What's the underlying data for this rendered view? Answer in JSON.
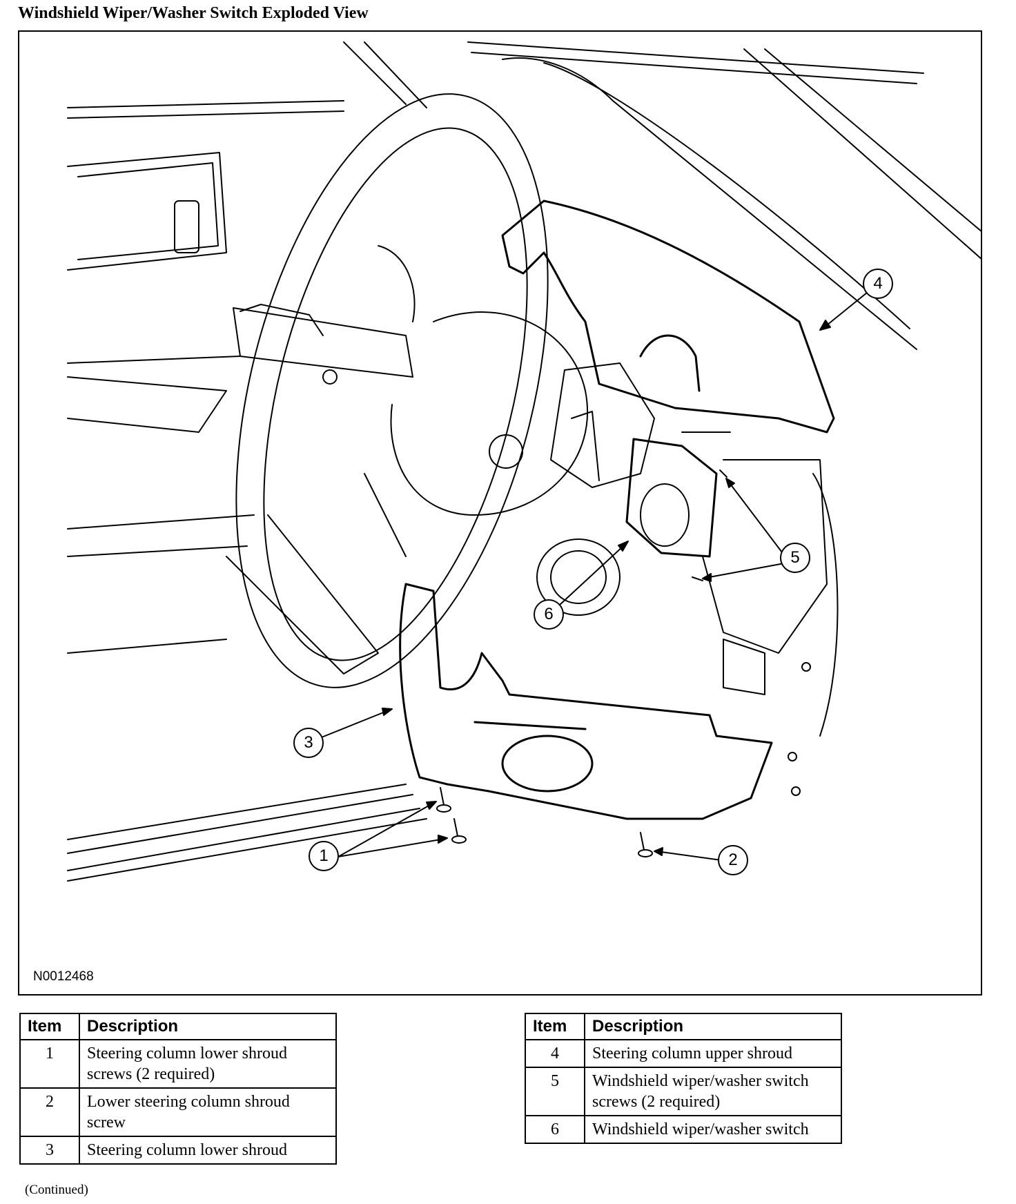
{
  "title": "Windshield Wiper/Washer Switch Exploded View",
  "figure": {
    "id": "N0012468",
    "callouts": [
      "1",
      "2",
      "3",
      "4",
      "5",
      "5",
      "6"
    ]
  },
  "tables": [
    {
      "headers": [
        "Item",
        "Description"
      ],
      "rows": [
        {
          "item": "1",
          "description": "Steering column lower shroud screws (2 required)"
        },
        {
          "item": "2",
          "description": "Lower steering column shroud screw"
        },
        {
          "item": "3",
          "description": "Steering column lower shroud"
        }
      ]
    },
    {
      "headers": [
        "Item",
        "Description"
      ],
      "rows": [
        {
          "item": "4",
          "description": "Steering column upper shroud"
        },
        {
          "item": "5",
          "description": "Windshield wiper/washer switch screws (2 required)"
        },
        {
          "item": "6",
          "description": "Windshield wiper/washer switch"
        }
      ]
    }
  ],
  "footer": "(Continued)"
}
